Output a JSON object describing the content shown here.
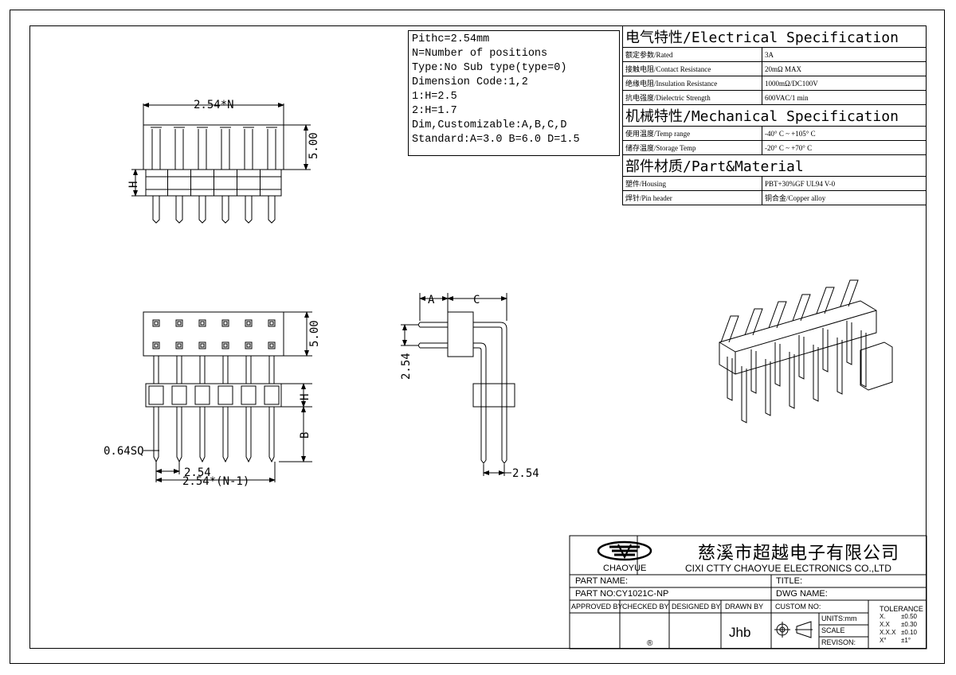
{
  "params": {
    "lines": [
      "Pithc=2.54mm",
      "N=Number of positions",
      "Type:No Sub type(type=0)",
      "Dimension Code:1,2",
      "1:H=2.5",
      "2:H=1.7",
      "Dim,Customizable:A,B,C,D",
      "Standard:A=3.0 B=6.0 D=1.5"
    ]
  },
  "spec": {
    "electrical_title": "电气特性/Electrical Specification",
    "electrical_rows": [
      {
        "label": "额定参数/Rated",
        "value": "3A"
      },
      {
        "label": "接触电阻/Contact Resistance",
        "value": "20mΩ MAX"
      },
      {
        "label": "绝缘电阻/Insulation Resistance",
        "value": "1000mΩ/DC100V"
      },
      {
        "label": "抗电强度/Dielectric Strength",
        "value": "600VAC/1 min"
      }
    ],
    "mechanical_title": "机械特性/Mechanical Specification",
    "mechanical_rows": [
      {
        "label": "使用温度/Temp range",
        "value": "-40° C ~ +105° C"
      },
      {
        "label": "储存温度/Storage Temp",
        "value": "-20° C ~ +70° C"
      }
    ],
    "material_title": "部件材质/Part&Material",
    "material_rows": [
      {
        "label": "塑件/Housing",
        "value": "PBT+30%GF  UL94  V-0"
      },
      {
        "label": "焊针/Pin header",
        "value": "铜合金/Copper alloy"
      }
    ]
  },
  "dims": {
    "top_width": "2.54*N",
    "top_height": "5.00",
    "top_h": "H",
    "front_height": "5.00",
    "front_h": "H",
    "front_b": "B",
    "pin_sq": "0.64SQ",
    "pitch": "2.54",
    "total": "2.54*(N-1)",
    "side_a": "A",
    "side_c": "C",
    "side_vertical": "2.54",
    "side_pitch": "2.54"
  },
  "title_block": {
    "company_cn": "慈溪市超越电子有限公司",
    "company_en": "CIXI CTTY CHAOYUE ELECTRONICS CO.,LTD",
    "logo_text": "CHAOYUE",
    "logo_mark": "®",
    "part_name_label": "PART NAME:",
    "title_label": "TITLE:",
    "part_no": "PART NO:CY1021C-NP",
    "dwg_name_label": "DWG NAME:",
    "approved_by": "APPROVED BY",
    "checked_by": "CHECKED BY",
    "designed_by": "DESIGNED BY",
    "drawn_by": "DRAWN BY",
    "drawn_name": "Jhb",
    "custom_no": "CUSTOM NO:",
    "units": "UNITS:mm",
    "scale": "SCALE",
    "revision": "REVISON:",
    "tolerance_title": "TOLERANCE",
    "tolerance": [
      {
        "k": "X.",
        "v": "±0.50"
      },
      {
        "k": "X.X",
        "v": "±0.30"
      },
      {
        "k": "X.X.X",
        "v": "±0.10"
      },
      {
        "k": "X°",
        "v": "±1°"
      }
    ]
  }
}
